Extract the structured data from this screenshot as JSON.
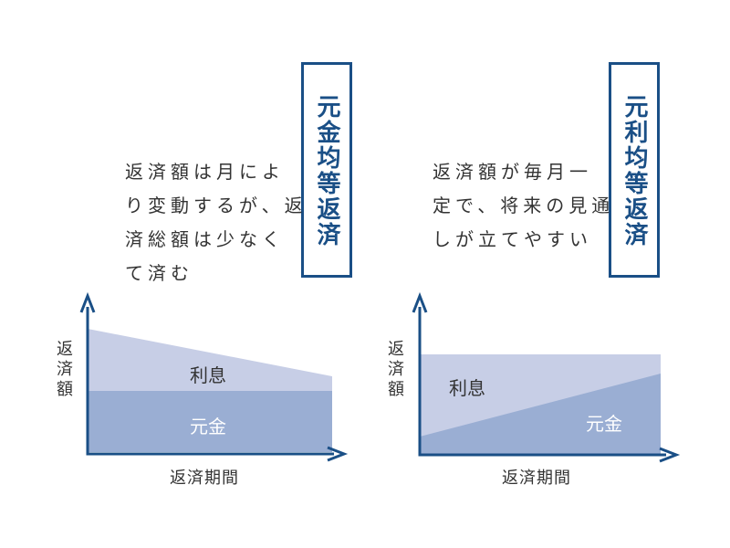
{
  "colors": {
    "accent": "#1a4f86",
    "interest_fill": "#c7cee6",
    "principal_fill": "#9aaed3",
    "text": "#333333"
  },
  "panels": [
    {
      "title": "元金均等返済",
      "description": [
        "返済額は月によ",
        "り変動するが、返",
        "済総額は少なく",
        "て済む"
      ],
      "y_axis_label": [
        "返",
        "済",
        "額"
      ],
      "x_axis_label": "返済期間",
      "area_labels": {
        "interest": "利息",
        "principal": "元金"
      }
    },
    {
      "title": "元利均等返済",
      "description": [
        "返済額が毎月一",
        "定で、将来の見通",
        "しが立てやすい"
      ],
      "y_axis_label": [
        "返",
        "済",
        "額"
      ],
      "x_axis_label": "返済期間",
      "area_labels": {
        "interest": "利息",
        "principal": "元金"
      }
    }
  ]
}
